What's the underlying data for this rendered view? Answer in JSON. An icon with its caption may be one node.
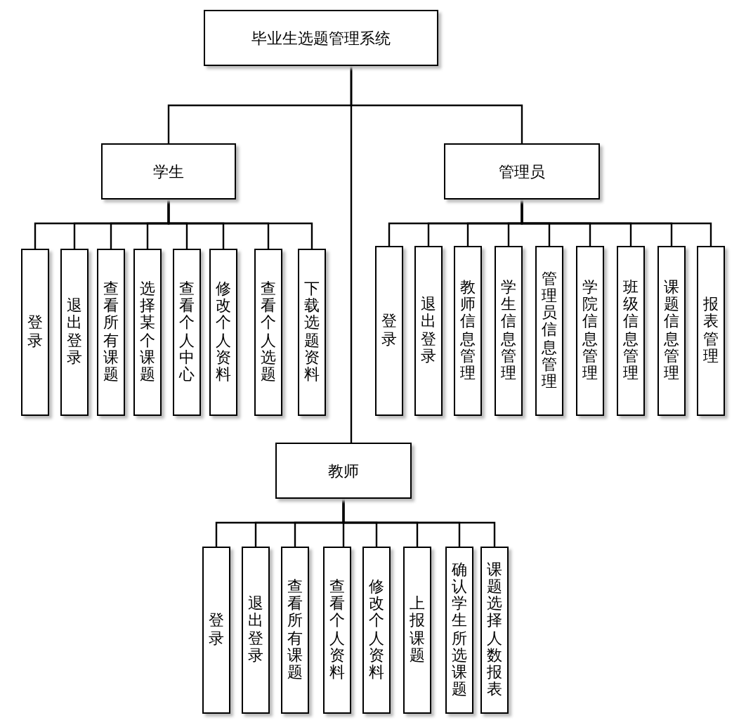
{
  "diagram": {
    "nodes": [
      {
        "text": [
          "毕业生选题管理系统"
        ]
      },
      {
        "text": [
          "学生"
        ]
      },
      {
        "text": [
          "管理员"
        ]
      },
      {
        "text": [
          "教师"
        ]
      },
      {
        "text": [
          "登录"
        ]
      },
      {
        "text": [
          "退出登录"
        ]
      },
      {
        "text": [
          "查看所有课题"
        ]
      },
      {
        "text": [
          "选择某个课题"
        ]
      },
      {
        "text": [
          "查看个人中心"
        ]
      },
      {
        "text": [
          "修改个人资料"
        ]
      },
      {
        "text": [
          "查看个人选题"
        ]
      },
      {
        "text": [
          "下载选题资料"
        ]
      },
      {
        "text": [
          "登录"
        ]
      },
      {
        "text": [
          "退出登录"
        ]
      },
      {
        "text": [
          "教师信息管理"
        ]
      },
      {
        "text": [
          "学生信息管理"
        ]
      },
      {
        "text": [
          "管理员信息管理"
        ]
      },
      {
        "text": [
          "学院信息管理"
        ]
      },
      {
        "text": [
          "班级信息管理"
        ]
      },
      {
        "text": [
          "课题信息管理"
        ]
      },
      {
        "text": [
          "报表管理"
        ]
      },
      {
        "text": [
          "登录"
        ]
      },
      {
        "text": [
          "退出登录"
        ]
      },
      {
        "text": [
          "查看所有课题"
        ]
      },
      {
        "text": [
          "查看个人资料"
        ]
      },
      {
        "text": [
          "修改个人资料"
        ]
      },
      {
        "text": [
          "上报课题"
        ]
      },
      {
        "text": [
          "确认学生所选课题"
        ]
      },
      {
        "text": [
          "课题选择人数报表"
        ]
      }
    ],
    "edges": [
      {
        "from": 0,
        "to": 1,
        "arrow": "none"
      },
      {
        "from": 0,
        "to": 2,
        "arrow": "none"
      },
      {
        "from": 0,
        "to": 3,
        "arrow": "none"
      },
      {
        "from": 1,
        "to": 4,
        "arrow": "none"
      },
      {
        "from": 1,
        "to": 5,
        "arrow": "none"
      },
      {
        "from": 1,
        "to": 6,
        "arrow": "none"
      },
      {
        "from": 1,
        "to": 7,
        "arrow": "none"
      },
      {
        "from": 1,
        "to": 8,
        "arrow": "none"
      },
      {
        "from": 1,
        "to": 9,
        "arrow": "none"
      },
      {
        "from": 1,
        "to": 10,
        "arrow": "none"
      },
      {
        "from": 1,
        "to": 11,
        "arrow": "none"
      },
      {
        "from": 2,
        "to": 12,
        "arrow": "none"
      },
      {
        "from": 2,
        "to": 13,
        "arrow": "none"
      },
      {
        "from": 2,
        "to": 14,
        "arrow": "none"
      },
      {
        "from": 2,
        "to": 15,
        "arrow": "none"
      },
      {
        "from": 2,
        "to": 16,
        "arrow": "none"
      },
      {
        "from": 2,
        "to": 17,
        "arrow": "none"
      },
      {
        "from": 2,
        "to": 18,
        "arrow": "none"
      },
      {
        "from": 2,
        "to": 19,
        "arrow": "none"
      },
      {
        "from": 2,
        "to": 20,
        "arrow": "none"
      },
      {
        "from": 3,
        "to": 21,
        "arrow": "none"
      },
      {
        "from": 3,
        "to": 22,
        "arrow": "none"
      },
      {
        "from": 3,
        "to": 23,
        "arrow": "none"
      },
      {
        "from": 3,
        "to": 24,
        "arrow": "none"
      },
      {
        "from": 3,
        "to": 25,
        "arrow": "none"
      },
      {
        "from": 3,
        "to": 26,
        "arrow": "none"
      },
      {
        "from": 3,
        "to": 27,
        "arrow": "none"
      },
      {
        "from": 3,
        "to": 28,
        "arrow": "none"
      }
    ]
  }
}
